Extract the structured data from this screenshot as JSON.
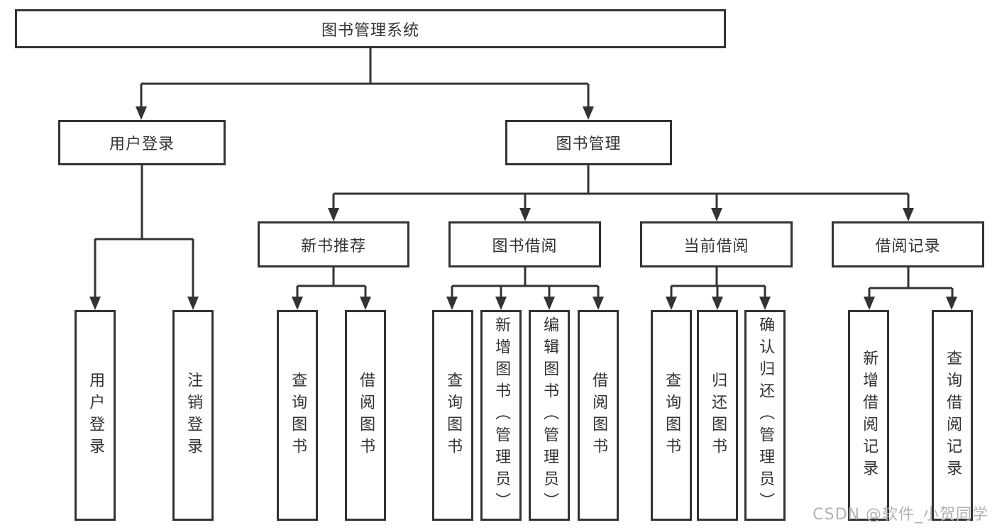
{
  "diagram": {
    "root": {
      "label": "图书管理系统"
    },
    "level2": [
      {
        "label": "用户登录"
      },
      {
        "label": "图书管理"
      }
    ],
    "level3": [
      {
        "label": "新书推荐"
      },
      {
        "label": "图书借阅"
      },
      {
        "label": "当前借阅"
      },
      {
        "label": "借阅记录"
      }
    ],
    "leaves": {
      "user_login": [
        "用户登录",
        "注销登录"
      ],
      "new_book": [
        "查询图书",
        "借阅图书"
      ],
      "book_borrow": [
        "查询图书",
        "新增图书（管理员）",
        "编辑图书（管理员）",
        "借阅图书"
      ],
      "current_borrow": [
        "查询图书",
        "归还图书",
        "确认归还（管理员）"
      ],
      "borrow_record": [
        "新增借阅记录",
        "查询借阅记录"
      ]
    },
    "line_color": "#333333",
    "watermark_color": "#b3b3b3"
  },
  "watermark": "CSDN @软件_小贺同学"
}
